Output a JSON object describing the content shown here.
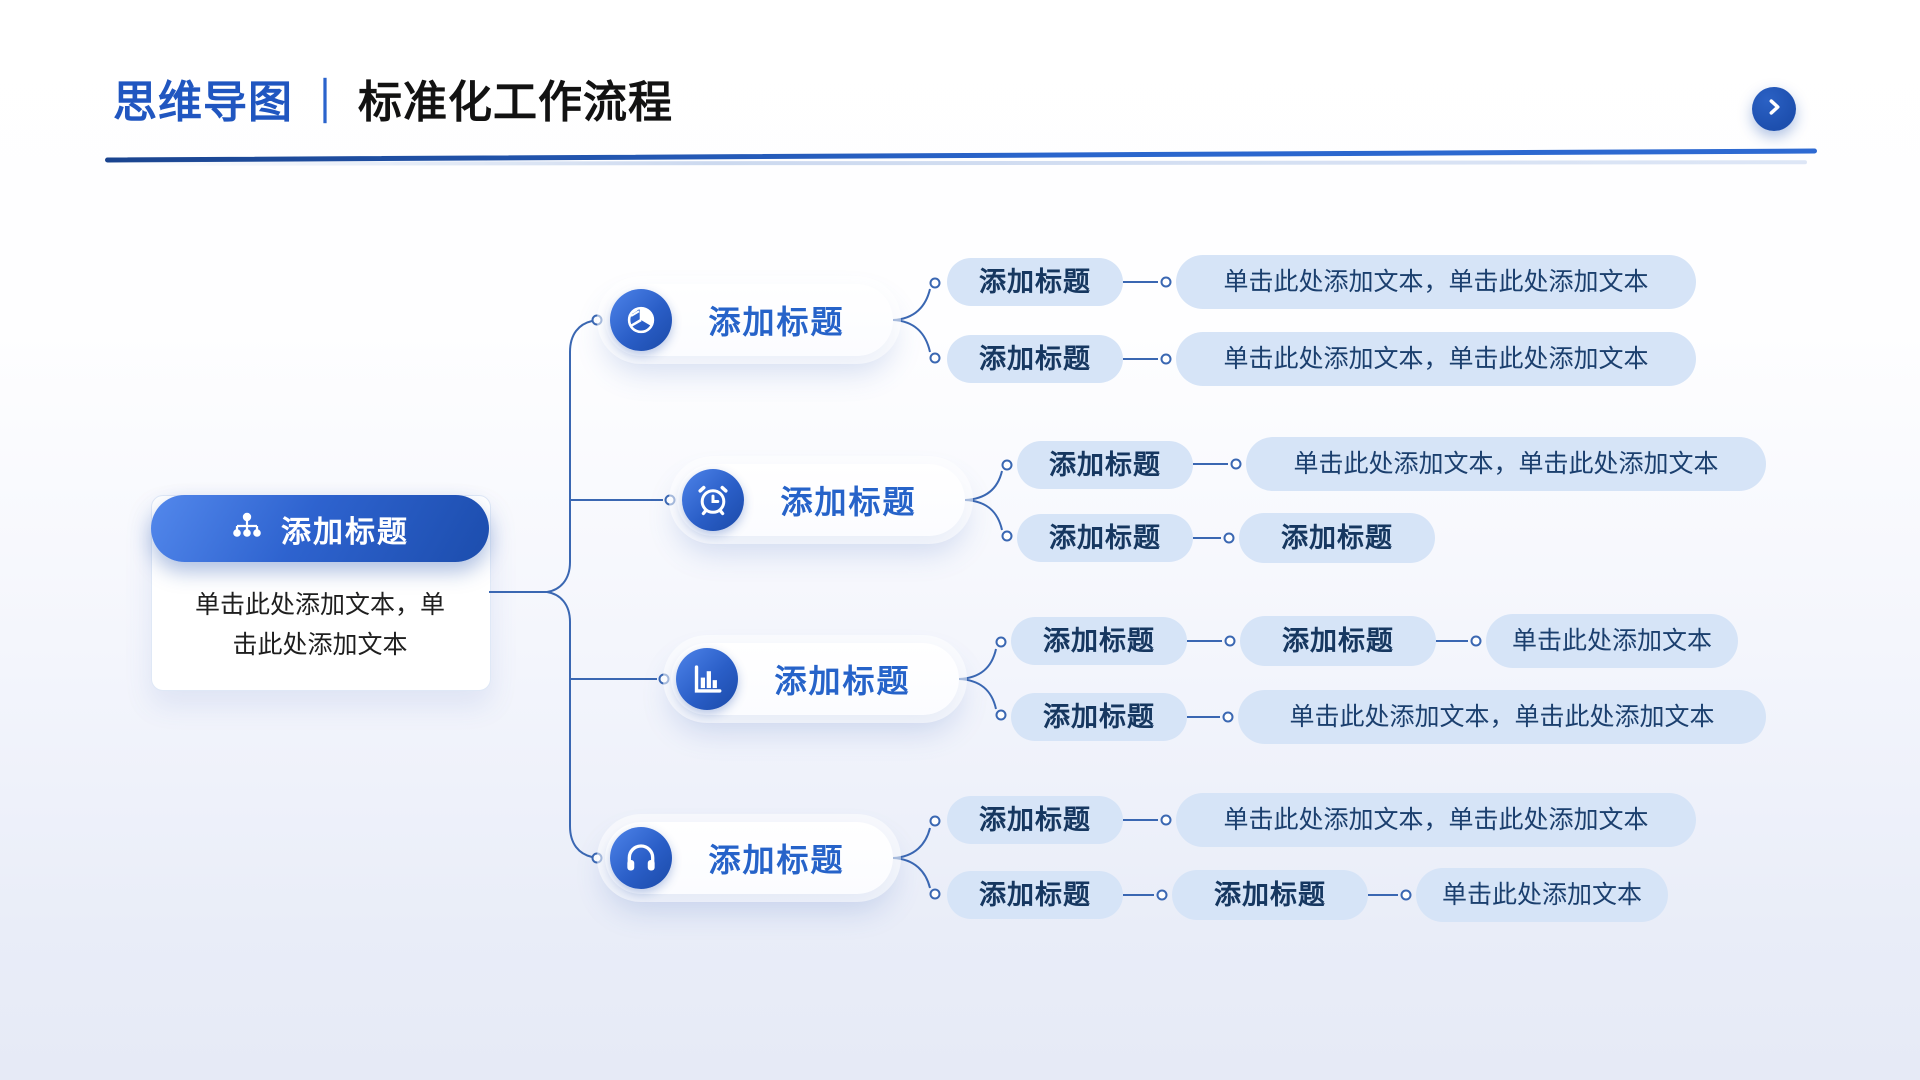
{
  "header": {
    "title_highlight": "思维导图",
    "title_separator": "｜",
    "title_rest": "标准化工作流程",
    "next_button_icon": "chevron-right-icon"
  },
  "root": {
    "icon": "org-chart-icon",
    "title": "添加标题",
    "body": "单击此处添加文本，单击此处添加文本"
  },
  "branches": [
    {
      "icon": "pie-chart-icon",
      "label": "添加标题",
      "children": [
        {
          "title": "添加标题",
          "text": "单击此处添加文本，单击此处添加文本"
        },
        {
          "title": "添加标题",
          "text": "单击此处添加文本，单击此处添加文本"
        }
      ]
    },
    {
      "icon": "alarm-clock-icon",
      "label": "添加标题",
      "children": [
        {
          "title": "添加标题",
          "text": "单击此处添加文本，单击此处添加文本"
        },
        {
          "title": "添加标题",
          "mid": "添加标题"
        }
      ]
    },
    {
      "icon": "bar-chart-icon",
      "label": "添加标题",
      "children": [
        {
          "title": "添加标题",
          "mid": "添加标题",
          "text": "单击此处添加文本"
        },
        {
          "title": "添加标题",
          "text": "单击此处添加文本，单击此处添加文本"
        }
      ]
    },
    {
      "icon": "headphones-icon",
      "label": "添加标题",
      "children": [
        {
          "title": "添加标题",
          "text": "单击此处添加文本，单击此处添加文本"
        },
        {
          "title": "添加标题",
          "mid": "添加标题",
          "text": "单击此处添加文本"
        }
      ]
    }
  ],
  "colors": {
    "accent": "#1d4fae",
    "accent_light": "#4b82e8",
    "title_blue": "#2056c0",
    "pill_bg": "#d6e4f7",
    "navy_text": "#163760",
    "connector": "#3a67b2"
  }
}
